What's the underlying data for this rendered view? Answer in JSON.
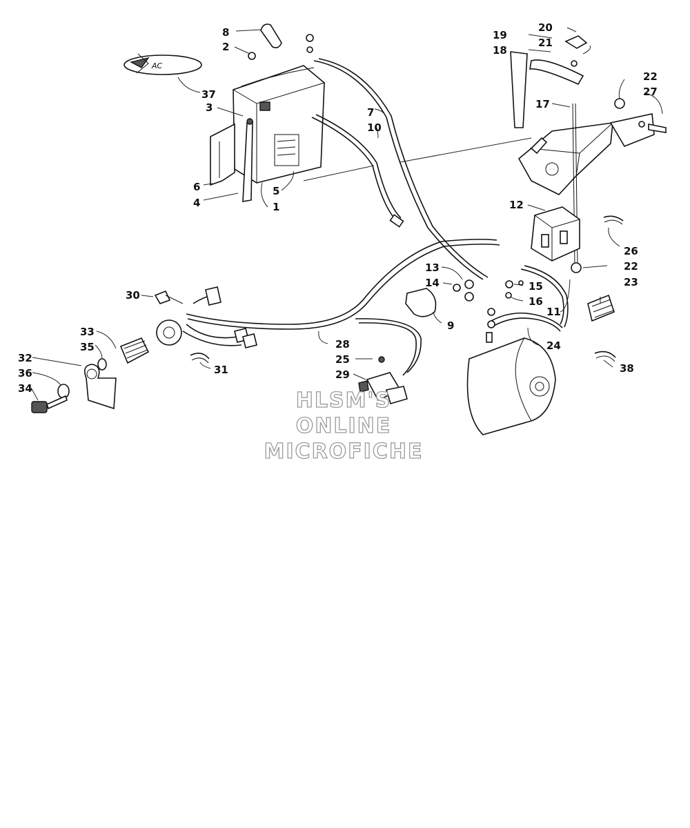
{
  "labels": {
    "n1": "1",
    "n2": "2",
    "n3": "3",
    "n4": "4",
    "n5": "5",
    "n6": "6",
    "n7": "7",
    "n8": "8",
    "n9": "9",
    "n10": "10",
    "n11": "11",
    "n12": "12",
    "n13": "13",
    "n14": "14",
    "n15": "15",
    "n16": "16",
    "n17": "17",
    "n18": "18",
    "n19": "19",
    "n20": "20",
    "n21": "21",
    "n22a": "22",
    "n22b": "22",
    "n23": "23",
    "n24": "24",
    "n25": "25",
    "n26": "26",
    "n27": "27",
    "n28": "28",
    "n29": "29",
    "n30": "30",
    "n31": "31",
    "n32": "32",
    "n33": "33",
    "n34": "34",
    "n35": "35",
    "n36": "36",
    "n37": "37",
    "n38": "38"
  },
  "watermark": {
    "line1": "HLSM'S",
    "line2": "ONLINE",
    "line3": "MICROFICHE"
  }
}
